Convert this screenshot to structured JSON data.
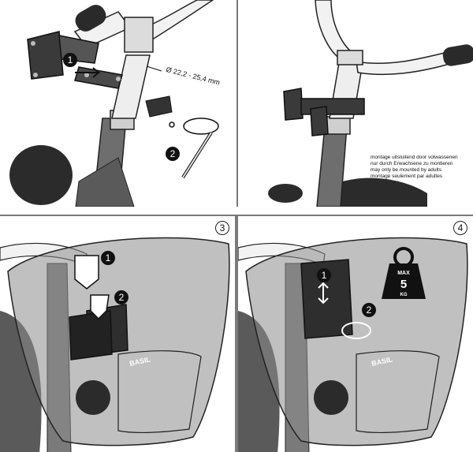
{
  "panels": {
    "p1": {
      "dimension_label": "Ø 22,2 - 25,4 mm",
      "callouts": [
        "1",
        "2"
      ]
    },
    "p2": {
      "warning_lines": [
        "montage uitsluitend door volwassenen",
        "nur durch Erwachsene zu montieren",
        "may only be mounted by adults",
        "montage seulement par adultes"
      ]
    },
    "p3": {
      "step_number": "3",
      "callouts": [
        "1",
        "2"
      ],
      "brand": "BASIL"
    },
    "p4": {
      "step_number": "4",
      "callouts": [
        "1",
        "2"
      ],
      "brand": "BASIL",
      "weight_badge": {
        "top": "MAX",
        "value": "5",
        "unit": "KG"
      }
    }
  },
  "colors": {
    "ink": "#1a1a1a",
    "metal": "#9a9a9a",
    "basket": "#8c8c8c",
    "tire": "#2b2b2b"
  }
}
